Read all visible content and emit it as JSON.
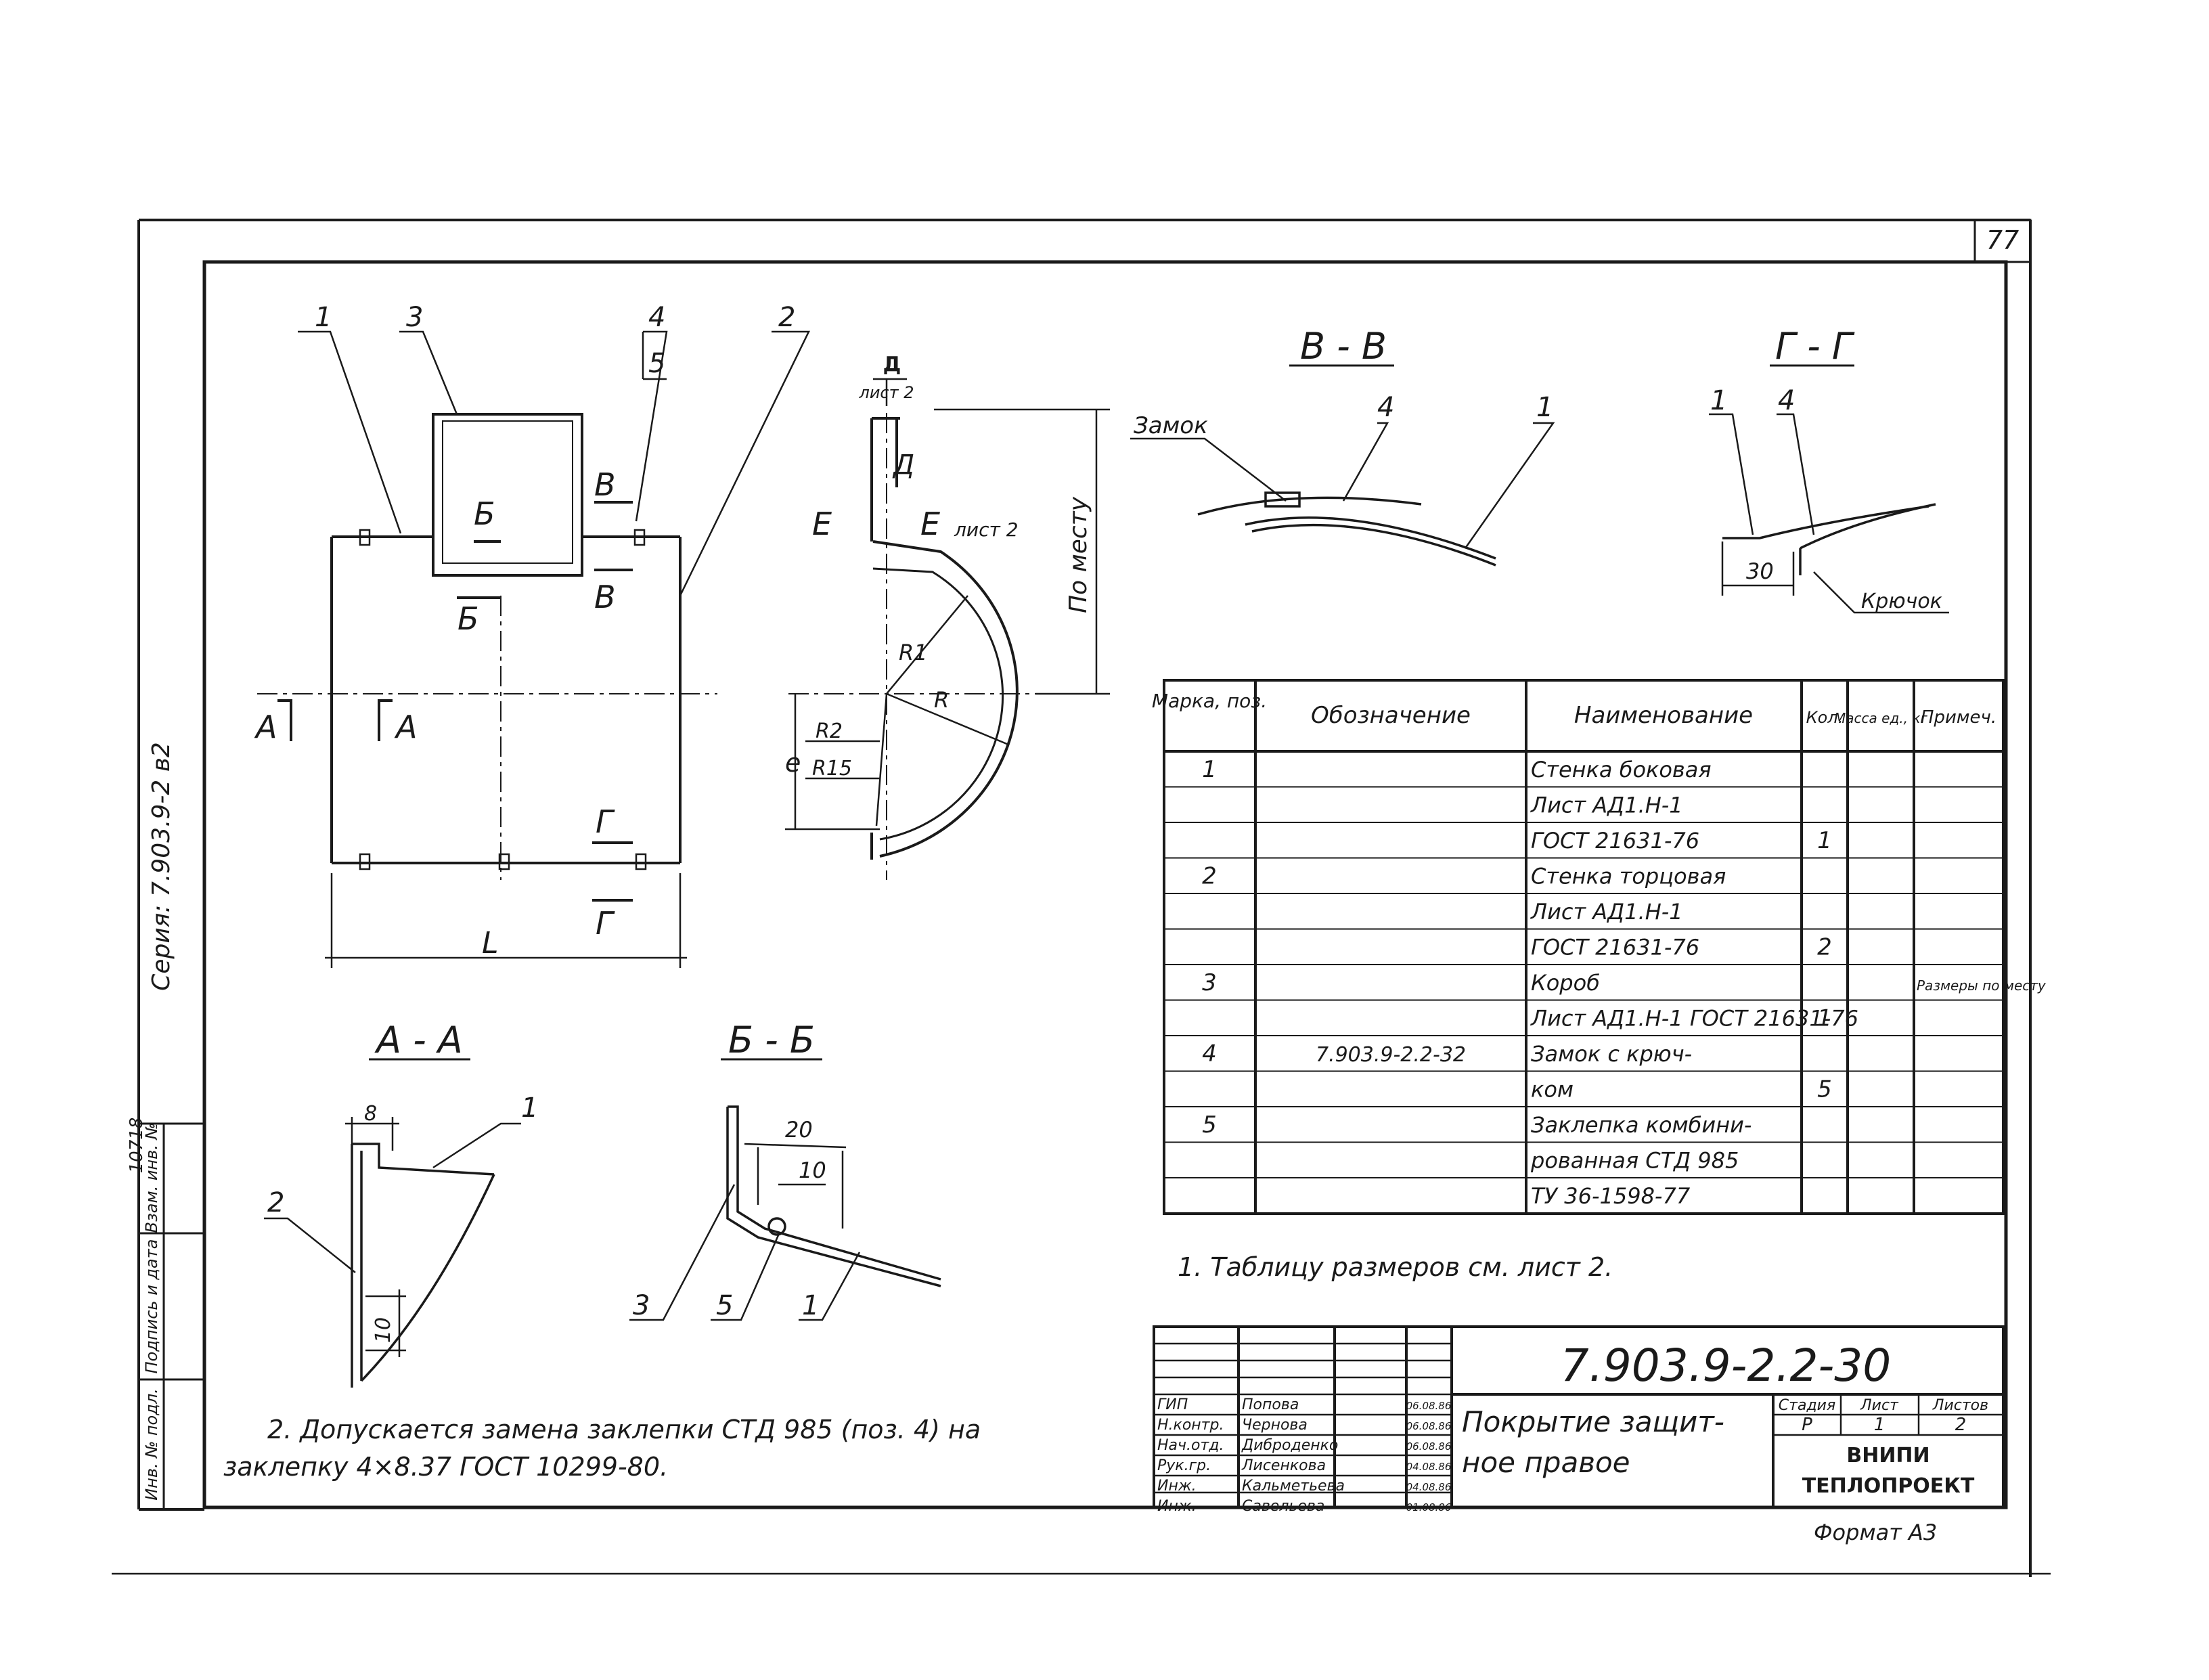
{
  "sheet_number": "77",
  "series_label": "Серия: 7.903.9-2 в2",
  "side_stamp": {
    "inv_no": "10718",
    "cells": [
      "Инв. № подл.",
      "Подпись и дата",
      "Взам. инв. №"
    ]
  },
  "main_view": {
    "labels": {
      "p1": "1",
      "p2": "2",
      "p3": "3",
      "p4": "4",
      "p5": "5",
      "L": "L",
      "sec_A": "А",
      "sec_B": "Б",
      "sec_V": "В",
      "sec_G": "Г"
    }
  },
  "side_view": {
    "labels": {
      "D": "Д",
      "D_sheet": "лист 2",
      "E": "Е",
      "sheet2": "лист 2",
      "po_mestu": "По месту",
      "R1": "R1",
      "R": "R",
      "R2": "R2",
      "R15": "R15",
      "e": "e"
    }
  },
  "section_VV": {
    "title": "В - В",
    "zamok": "Замок",
    "p4": "4",
    "p1": "1"
  },
  "section_GG": {
    "title": "Г - Г",
    "p1": "1",
    "p4": "4",
    "dim30": "30",
    "kryuchok": "Крючок"
  },
  "section_AA": {
    "title": "А - А",
    "dim8": "8",
    "dim10": "10",
    "p1": "1",
    "p2": "2"
  },
  "section_BB": {
    "title": "Б - Б",
    "dim20": "20",
    "dim10": "10",
    "p3": "3",
    "p5": "5",
    "p1": "1"
  },
  "spec_table": {
    "headers": [
      "Марка, поз.",
      "Обозначение",
      "Наименование",
      "Кол.",
      "Масса ед., кг",
      "Примеч."
    ],
    "rows": [
      [
        "1",
        "",
        "Стенка боковая",
        "",
        "",
        ""
      ],
      [
        "",
        "",
        "Лист АД1.Н-1",
        "",
        "",
        ""
      ],
      [
        "",
        "",
        "ГОСТ 21631-76",
        "1",
        "",
        ""
      ],
      [
        "2",
        "",
        "Стенка торцовая",
        "",
        "",
        ""
      ],
      [
        "",
        "",
        "Лист АД1.Н-1",
        "",
        "",
        ""
      ],
      [
        "",
        "",
        "ГОСТ 21631-76",
        "2",
        "",
        ""
      ],
      [
        "3",
        "",
        "Короб",
        "",
        "",
        "Размеры по месту"
      ],
      [
        "",
        "",
        "Лист АД1.Н-1 ГОСТ 21631-76",
        "1",
        "",
        ""
      ],
      [
        "4",
        "7.903.9-2.2-32",
        "Замок с крюч-",
        "",
        "",
        ""
      ],
      [
        "",
        "",
        "ком",
        "5",
        "",
        ""
      ],
      [
        "5",
        "",
        "Заклепка комбини-",
        "",
        "",
        ""
      ],
      [
        "",
        "",
        "рованная СТД 985",
        "",
        "",
        ""
      ],
      [
        "",
        "",
        "ТУ 36-1598-77",
        "",
        "",
        ""
      ]
    ]
  },
  "note1": "1. Таблицу размеров см. лист 2.",
  "note2_line1": "2. Допускается замена заклепки СТД 985 (поз. 4) на",
  "note2_line2": "заклепку 4×8.37 ГОСТ 10299-80.",
  "title_block": {
    "designation": "7.903.9-2.2-30",
    "title_line1": "Покрытие защит-",
    "title_line2": "ное правое",
    "stage_label": "Стадия",
    "sheet_label": "Лист",
    "sheets_label": "Листов",
    "stage": "Р",
    "sheet": "1",
    "sheets": "2",
    "org_line1": "ВНИПИ",
    "org_line2": "ТЕПЛОПРОЕКТ",
    "people": [
      {
        "role": "ГИП",
        "name": "Попова",
        "date": "06.08.86"
      },
      {
        "role": "Н.контр.",
        "name": "Чернова",
        "date": "06.08.86"
      },
      {
        "role": "Нач.отд.",
        "name": "Диброденко",
        "date": "06.08.86"
      },
      {
        "role": "Рук.гр.",
        "name": "Лисенкова",
        "date": "04.08.86"
      },
      {
        "role": "Инж.",
        "name": "Кальметьева",
        "date": "04.08.86"
      },
      {
        "role": "Инж.",
        "name": "Савельева",
        "date": "01.08.86"
      }
    ]
  },
  "format": "Формат А3"
}
